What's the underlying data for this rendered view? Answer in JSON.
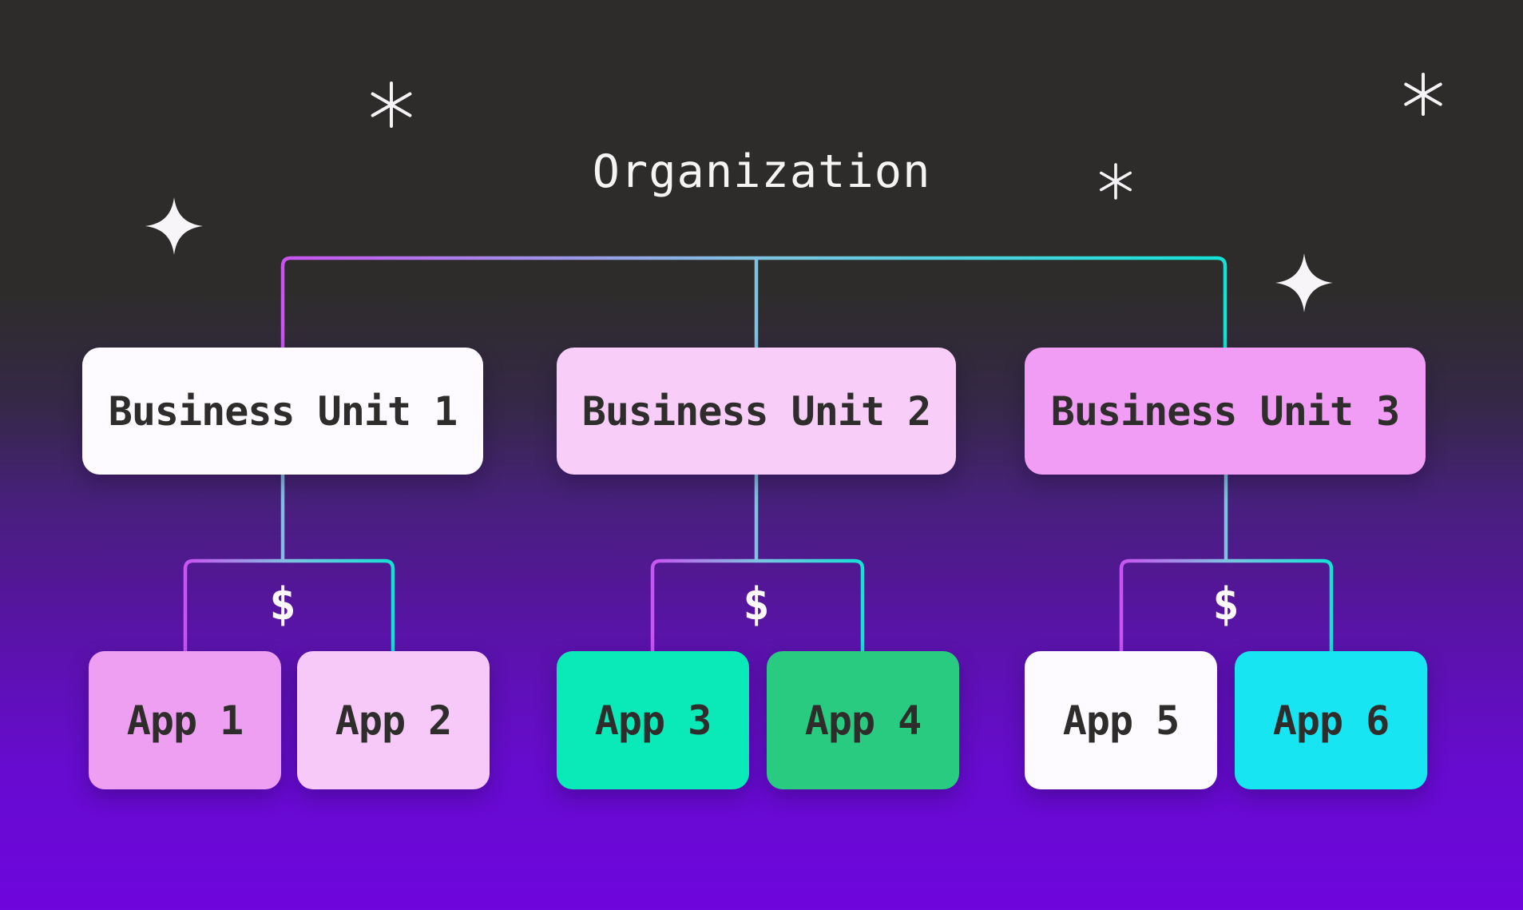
{
  "title": "Organization",
  "connector": {
    "from": "#c854f2",
    "mid": "#7fc2e0",
    "to": "#13e2d4"
  },
  "background": {
    "top": "#2d2c2a",
    "bottom": "#6e06dd"
  },
  "text_color": "#2e2d2b",
  "groups": [
    {
      "unit": {
        "label": "Business Unit 1",
        "fill": "#fdfbff"
      },
      "cost_label": "$",
      "apps": [
        {
          "label": "App 1",
          "fill": "#ef9ff2"
        },
        {
          "label": "App 2",
          "fill": "#f7c9f8"
        }
      ]
    },
    {
      "unit": {
        "label": "Business Unit 2",
        "fill": "#f8cef9"
      },
      "cost_label": "$",
      "apps": [
        {
          "label": "App 3",
          "fill": "#0aeab8"
        },
        {
          "label": "App 4",
          "fill": "#29cb80"
        }
      ]
    },
    {
      "unit": {
        "label": "Business Unit 3",
        "fill": "#f19df6"
      },
      "cost_label": "$",
      "apps": [
        {
          "label": "App 5",
          "fill": "#fdfbff"
        },
        {
          "label": "App 6",
          "fill": "#17e5f1"
        }
      ]
    }
  ],
  "decorations": {
    "star_color": "#f5f3f5"
  }
}
